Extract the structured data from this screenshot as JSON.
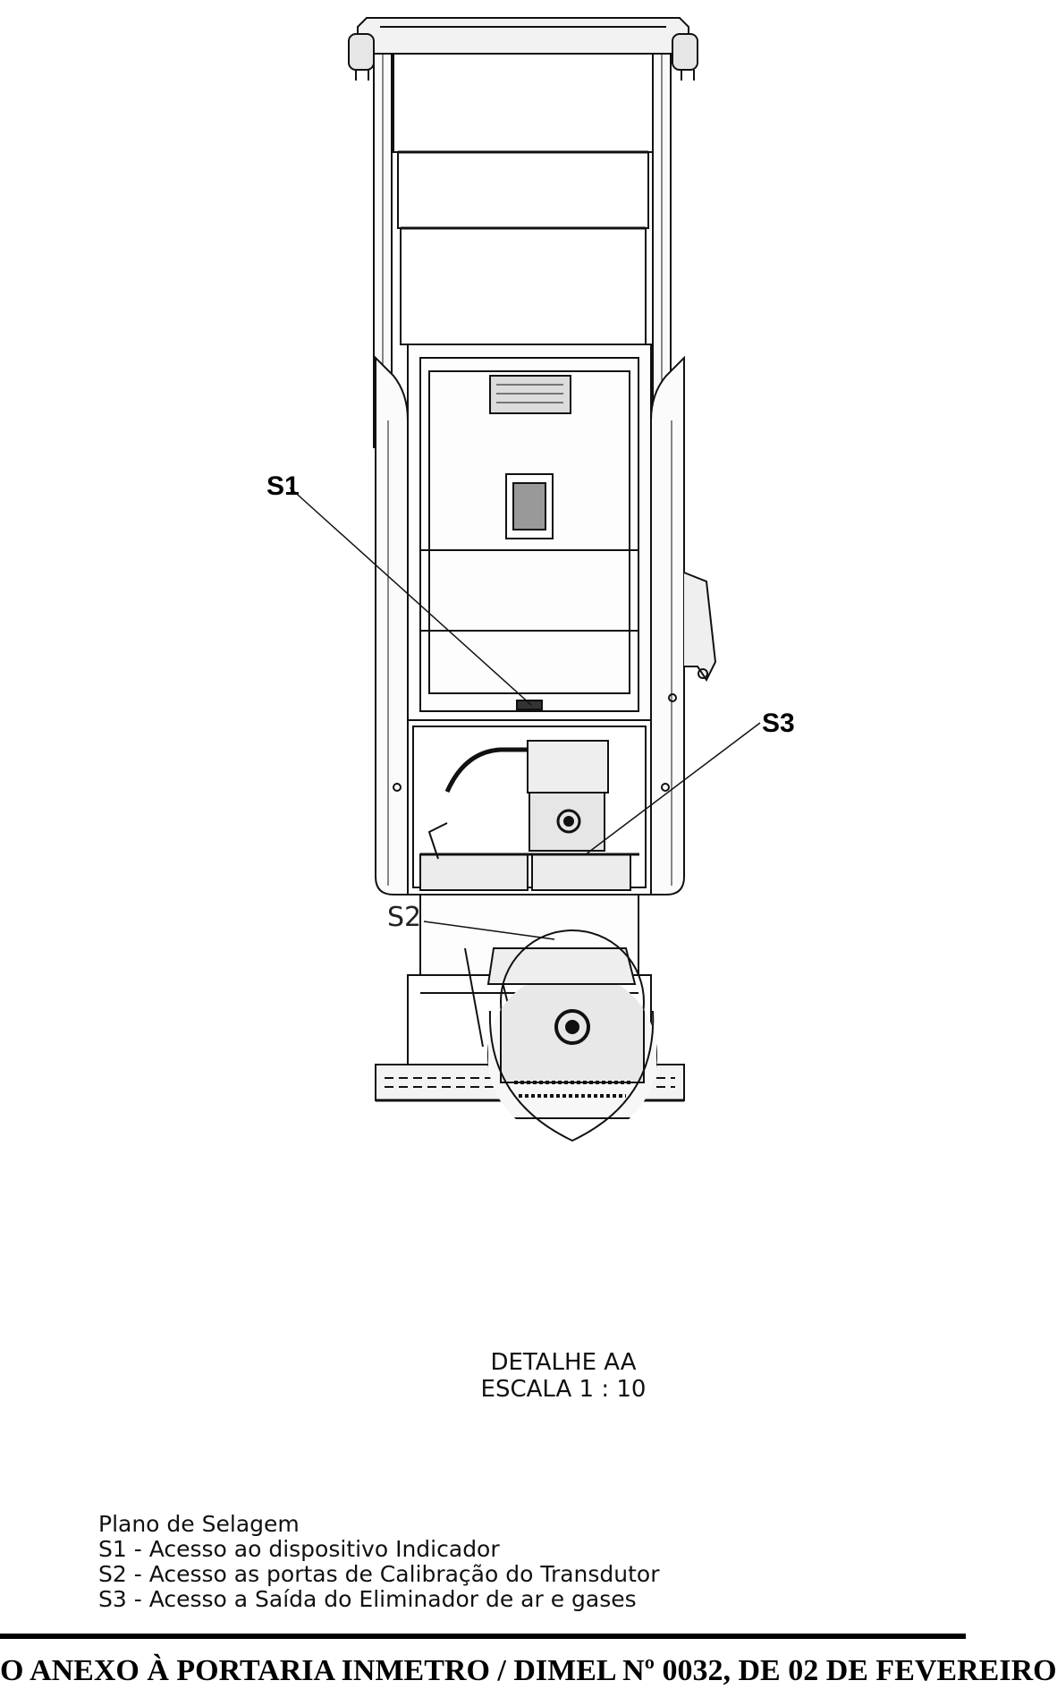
{
  "callouts": {
    "s1": "S1",
    "s2": "S2",
    "s3": "S3"
  },
  "detail": {
    "title": "DETALHE AA",
    "scale": "ESCALA 1 : 10"
  },
  "legend": {
    "title": "Plano de Selagem",
    "items": [
      "S1 - Acesso ao dispositivo Indicador",
      "S2 - Acesso as portas de Calibração do Transdutor",
      "S3 - Acesso a Saída do Eliminador de ar e gases"
    ]
  },
  "footer": {
    "text": "O ANEXO À PORTARIA INMETRO / DIMEL Nº 0032, DE 02 DE FEVEREIRO"
  }
}
